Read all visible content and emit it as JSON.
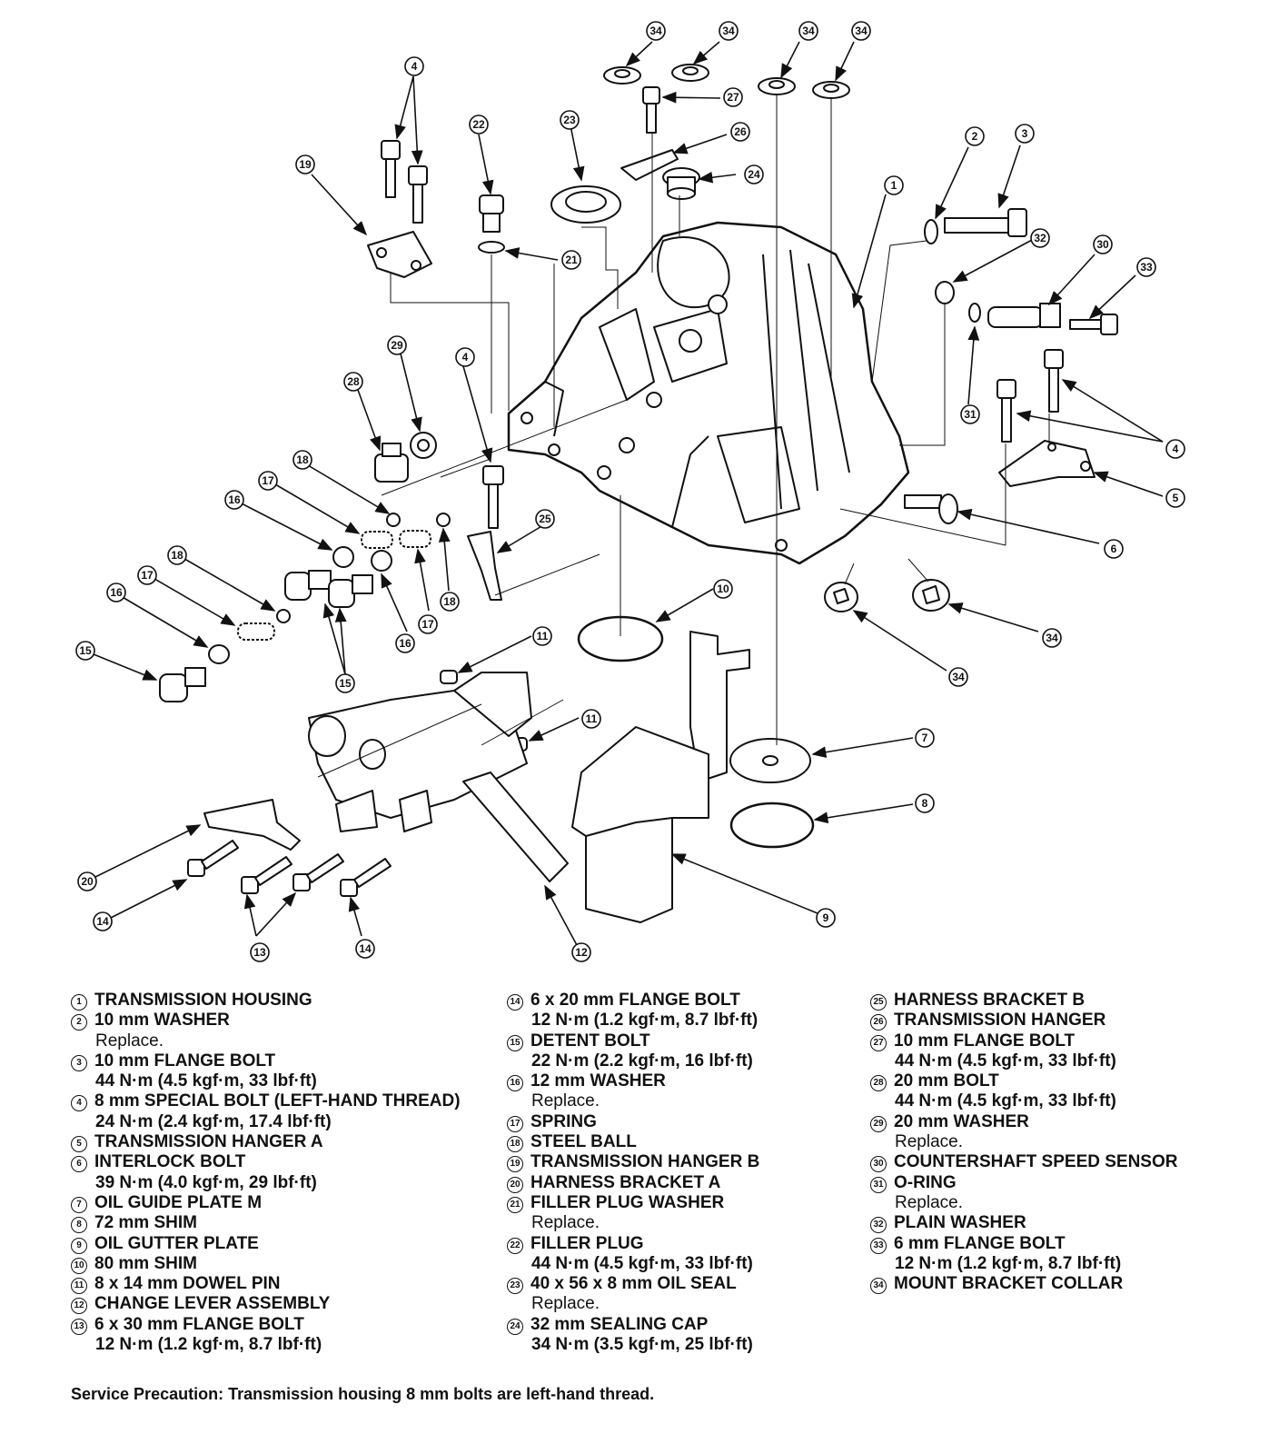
{
  "callouts": {
    "c1": "1",
    "c2": "2",
    "c3": "3",
    "c4": "4",
    "c5": "5",
    "c6": "6",
    "c7": "7",
    "c8": "8",
    "c9": "9",
    "c10": "10",
    "c11": "11",
    "c12": "12",
    "c13": "13",
    "c14": "14",
    "c15": "15",
    "c16": "16",
    "c17": "17",
    "c18": "18",
    "c19": "19",
    "c20": "20",
    "c21": "21",
    "c22": "22",
    "c23": "23",
    "c24": "24",
    "c25": "25",
    "c26": "26",
    "c27": "27",
    "c28": "28",
    "c29": "29",
    "c30": "30",
    "c31": "31",
    "c32": "32",
    "c33": "33",
    "c34": "34"
  },
  "legend": [
    {
      "num": "1",
      "name": "TRANSMISSION HOUSING",
      "notes": []
    },
    {
      "num": "2",
      "name": "10 mm WASHER",
      "notes": [
        "Replace."
      ]
    },
    {
      "num": "3",
      "name": "10 mm FLANGE BOLT",
      "notes": [
        "44 N·m (4.5 kgf·m, 33 lbf·ft)"
      ]
    },
    {
      "num": "4",
      "name": "8 mm SPECIAL BOLT (LEFT-HAND THREAD)",
      "notes": [
        "24 N·m (2.4 kgf·m, 17.4 lbf·ft)"
      ]
    },
    {
      "num": "5",
      "name": "TRANSMISSION HANGER A",
      "notes": []
    },
    {
      "num": "6",
      "name": "INTERLOCK BOLT",
      "notes": [
        "39 N·m (4.0 kgf·m, 29 lbf·ft)"
      ]
    },
    {
      "num": "7",
      "name": "OIL GUIDE PLATE M",
      "notes": []
    },
    {
      "num": "8",
      "name": "72 mm SHIM",
      "notes": []
    },
    {
      "num": "9",
      "name": "OIL GUTTER PLATE",
      "notes": []
    },
    {
      "num": "10",
      "name": "80 mm SHIM",
      "notes": []
    },
    {
      "num": "11",
      "name": "8 x 14 mm DOWEL PIN",
      "notes": []
    },
    {
      "num": "12",
      "name": "CHANGE LEVER ASSEMBLY",
      "notes": []
    },
    {
      "num": "13",
      "name": "6 x 30 mm FLANGE BOLT",
      "notes": [
        "12 N·m (1.2 kgf·m, 8.7 lbf·ft)"
      ]
    },
    {
      "num": "14",
      "name": "6 x 20 mm FLANGE BOLT",
      "notes": [
        "12 N·m (1.2 kgf·m, 8.7 lbf·ft)"
      ]
    },
    {
      "num": "15",
      "name": "DETENT BOLT",
      "notes": [
        "22 N·m (2.2 kgf·m, 16 lbf·ft)"
      ]
    },
    {
      "num": "16",
      "name": "12 mm WASHER",
      "notes": [
        "Replace."
      ]
    },
    {
      "num": "17",
      "name": "SPRING",
      "notes": []
    },
    {
      "num": "18",
      "name": "STEEL BALL",
      "notes": []
    },
    {
      "num": "19",
      "name": "TRANSMISSION HANGER B",
      "notes": []
    },
    {
      "num": "20",
      "name": "HARNESS BRACKET A",
      "notes": []
    },
    {
      "num": "21",
      "name": "FILLER PLUG WASHER",
      "notes": [
        "Replace."
      ]
    },
    {
      "num": "22",
      "name": "FILLER PLUG",
      "notes": [
        "44 N·m (4.5 kgf·m, 33 lbf·ft)"
      ]
    },
    {
      "num": "23",
      "name": "40 x 56 x 8 mm OIL SEAL",
      "notes": [
        "Replace."
      ]
    },
    {
      "num": "24",
      "name": "32 mm SEALING CAP",
      "notes": [
        "34 N·m (3.5 kgf·m, 25 lbf·ft)"
      ]
    },
    {
      "num": "25",
      "name": "HARNESS BRACKET B",
      "notes": []
    },
    {
      "num": "26",
      "name": "TRANSMISSION HANGER",
      "notes": []
    },
    {
      "num": "27",
      "name": "10 mm FLANGE BOLT",
      "notes": [
        "44 N·m (4.5 kgf·m, 33 lbf·ft)"
      ]
    },
    {
      "num": "28",
      "name": "20 mm BOLT",
      "notes": [
        "44 N·m (4.5 kgf·m, 33 lbf·ft)"
      ]
    },
    {
      "num": "29",
      "name": "20 mm WASHER",
      "notes": [
        "Replace."
      ]
    },
    {
      "num": "30",
      "name": "COUNTERSHAFT SPEED SENSOR",
      "notes": []
    },
    {
      "num": "31",
      "name": "O-RING",
      "notes": [
        "Replace."
      ]
    },
    {
      "num": "32",
      "name": "PLAIN WASHER",
      "notes": []
    },
    {
      "num": "33",
      "name": "6 mm FLANGE BOLT",
      "notes": [
        "12 N·m (1.2 kgf·m, 8.7 lbf·ft)"
      ]
    },
    {
      "num": "34",
      "name": "MOUNT BRACKET COLLAR",
      "notes": []
    }
  ],
  "precaution": "Service Precaution: Transmission housing 8 mm bolts are left-hand thread."
}
